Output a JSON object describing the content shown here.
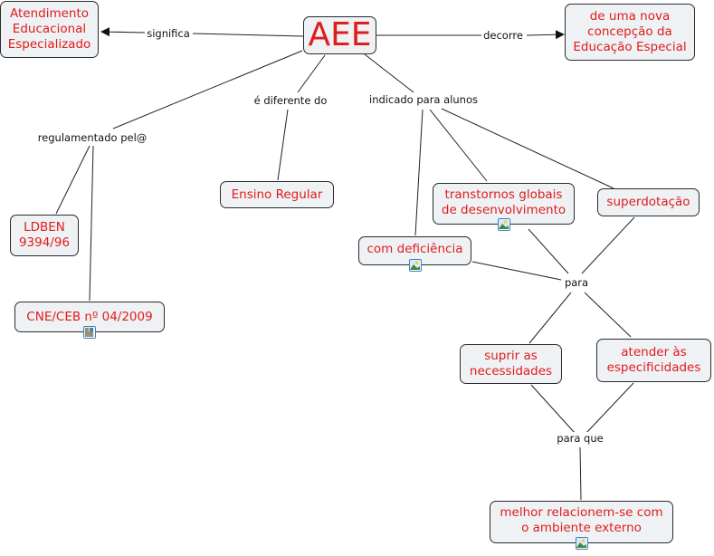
{
  "diagram": {
    "type": "concept-map",
    "concepts": {
      "aee": "AEE",
      "atendimento": "Atendimento\nEducacional\nEspecializado",
      "nova_concepcao": "de uma nova\nconcepção da\nEducação Especial",
      "ensino_regular": "Ensino Regular",
      "ldben": "LDBEN\n9394/96",
      "cne_ceb": "CNE/CEB nº 04/2009",
      "transtornos": "transtornos globais\nde desenvolvimento",
      "superdotacao": "superdotação",
      "com_deficiencia": "com deficiência",
      "suprir": "suprir as\nnecessidades",
      "atender": "atender às\nespecificidades",
      "melhor_relacionem": "melhor relacionem-se com\no ambiente externo"
    },
    "linking_phrases": {
      "significa": "significa",
      "decorre": "decorre",
      "regulamentado": "regulamentado pel@",
      "diferente": "é diferente do",
      "indicado": "indicado para alunos",
      "para": "para",
      "para_que": "para que"
    },
    "resource_icons": {
      "cne_ceb": "document-icon",
      "transtornos": "image-icon",
      "com_deficiencia": "image-icon",
      "melhor_relacionem": "image-icon"
    },
    "colors": {
      "concept_text": "#e21b1b",
      "concept_fill": "#eef2f4",
      "border": "#2b2b2b",
      "link_line": "#222222",
      "link_text": "#111111",
      "icon_border": "#3f7fc4"
    }
  }
}
